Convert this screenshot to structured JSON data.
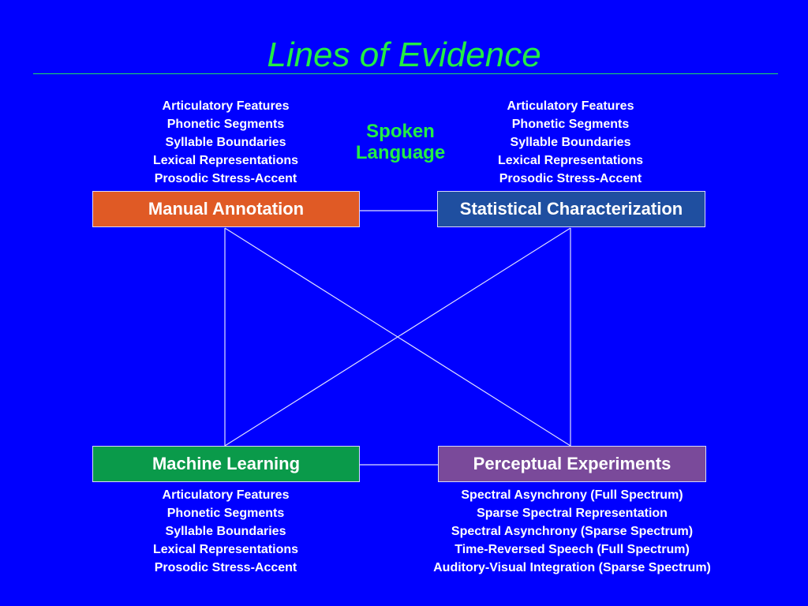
{
  "title": "Lines of Evidence",
  "center_label": {
    "line1": "Spoken",
    "line2": "Language"
  },
  "colors": {
    "background": "#0000ff",
    "title": "#22ee44",
    "manual_annotation": "#e05a25",
    "statistical_characterization": "#1f4fa0",
    "machine_learning": "#0a9a4a",
    "perceptual_experiments": "#7a4a9a"
  },
  "nodes": {
    "manual_annotation": {
      "label": "Manual Annotation",
      "items": [
        "Articulatory Features",
        "Phonetic Segments",
        "Syllable Boundaries",
        "Lexical Representations",
        "Prosodic Stress-Accent"
      ]
    },
    "statistical_characterization": {
      "label": "Statistical Characterization",
      "items": [
        "Articulatory Features",
        "Phonetic Segments",
        "Syllable Boundaries",
        "Lexical Representations",
        "Prosodic Stress-Accent"
      ]
    },
    "machine_learning": {
      "label": "Machine Learning",
      "items": [
        "Articulatory Features",
        "Phonetic Segments",
        "Syllable Boundaries",
        "Lexical Representations",
        "Prosodic Stress-Accent"
      ]
    },
    "perceptual_experiments": {
      "label": "Perceptual Experiments",
      "items": [
        "Spectral Asynchrony (Full Spectrum)",
        "Sparse Spectral Representation",
        "Spectral Asynchrony (Sparse Spectrum)",
        "Time-Reversed Speech (Full Spectrum)",
        "Auditory-Visual Integration (Sparse Spectrum)"
      ]
    }
  }
}
